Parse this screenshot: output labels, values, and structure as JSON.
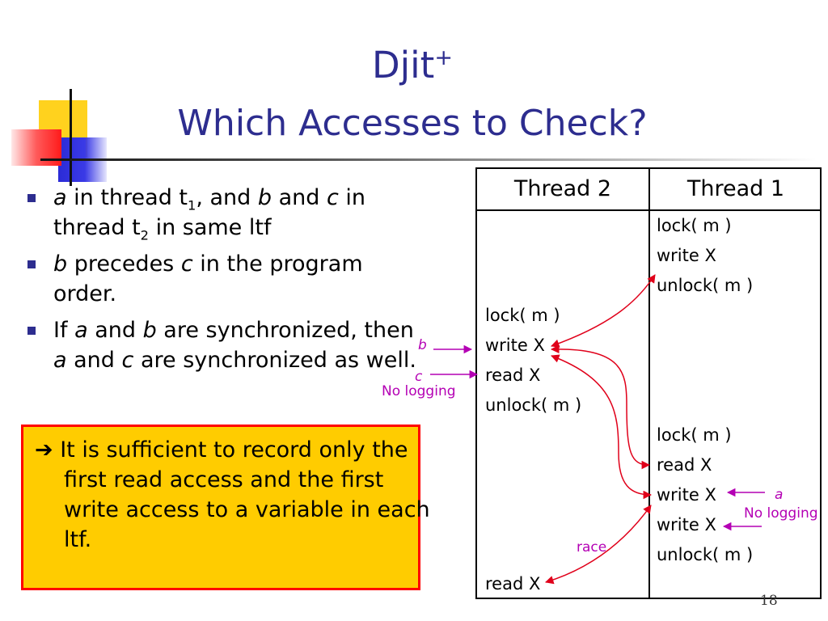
{
  "title": {
    "line1": "Djit",
    "line1_sup": "+",
    "line2": "Which Accesses to Check?"
  },
  "bullets": {
    "b1": {
      "a": "a",
      "t1": " in thread t",
      "sub1": "1",
      "t2": ", and ",
      "b": "b",
      "t3": " and ",
      "c": "c",
      "t4": " in thread t",
      "sub2": "2",
      "t5": " in same ltf"
    },
    "b2": {
      "b": "b",
      "t1": " precedes ",
      "c": "c",
      "t2": " in the program order."
    },
    "b3": {
      "t1": "If ",
      "a1": "a",
      "t2": " and ",
      "b": "b",
      "t3": " are synchronized, then ",
      "a2": "a",
      "t4": " and ",
      "c": "c",
      "t5": " are synchronized as well."
    }
  },
  "callout": {
    "arrow": "➔",
    "text": " It is sufficient to record only the first read access and the first write access to a variable in each ltf."
  },
  "table": {
    "headers": {
      "thread2": "Thread 2",
      "thread1": "Thread 1"
    },
    "thread1_ops_a": [
      "lock( m )",
      "write X",
      "unlock( m )"
    ],
    "thread2_ops": [
      "lock( m )",
      "write X",
      "read X",
      "unlock( m )"
    ],
    "thread1_ops_b": [
      "lock( m )",
      "read X",
      "write X",
      "write X",
      "unlock( m )"
    ],
    "thread2_last": "read X"
  },
  "labels": {
    "b": "b",
    "c": "c",
    "c_note": "No logging",
    "a": "a",
    "a_note": "No logging",
    "race": "race"
  },
  "colors": {
    "title": "#2d2d8f",
    "label": "#b400b4",
    "arrow": "#e0001a",
    "callout_bg": "#ffcc00",
    "callout_border": "#ff0000"
  },
  "page_number": "18"
}
